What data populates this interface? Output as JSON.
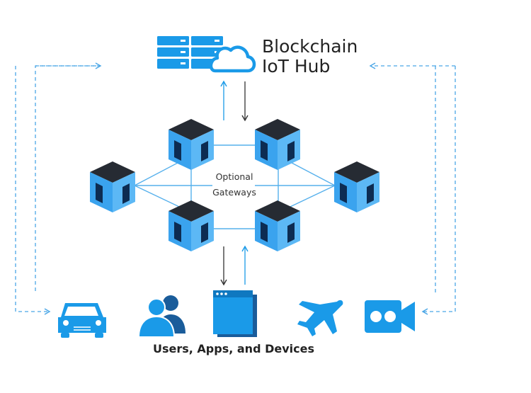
{
  "hub": {
    "title_line1": "Blockchain",
    "title_line2": "IoT Hub",
    "server_icon": "server-rack-icon",
    "cloud_icon": "cloud-icon"
  },
  "gateways": {
    "label_line1": "Optional",
    "label_line2": "Gateways",
    "node_count": 6
  },
  "devices": {
    "label": "Users, Apps, and Devices",
    "items": [
      "car-icon",
      "users-icon",
      "app-window-icon",
      "airplane-icon",
      "video-camera-icon"
    ]
  },
  "colors": {
    "accent": "#1a9ae8",
    "cube_face_left": "#3aa3ee",
    "cube_face_right": "#5cb8f5",
    "cube_top": "#262b33",
    "door": "#0d2c52",
    "dashed_line": "#4aa6e6"
  }
}
